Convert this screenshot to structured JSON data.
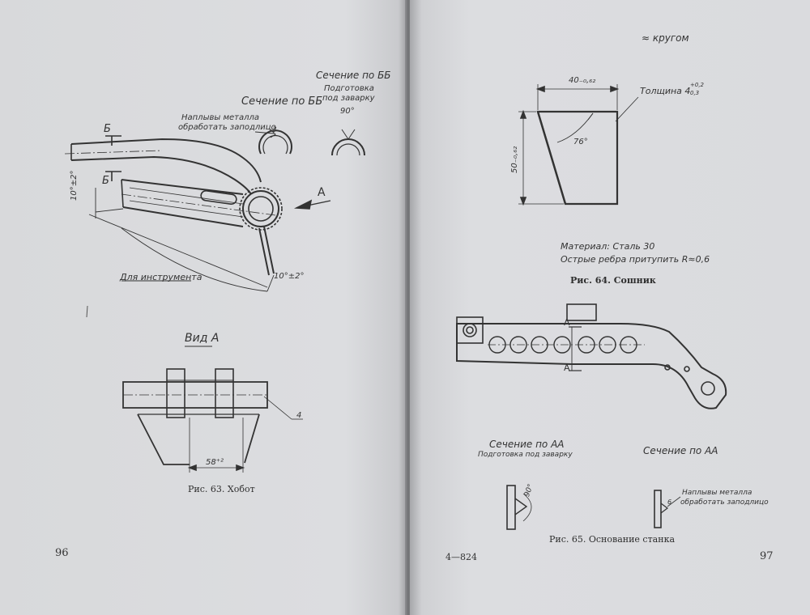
{
  "left_page": {
    "page_number": "96",
    "fig63": {
      "section_bb_1": "Сечение по ББ",
      "weld_note_line1": "Наплывы металла",
      "weld_note_line2": "обработать заподлицо",
      "weld_size": "3",
      "section_bb_2": "Сечение по ББ",
      "prep_line1": "Подготовка",
      "prep_line2": "под заварку",
      "angle_90": "90°",
      "section_mark_top": "Б",
      "section_mark_bottom": "Б",
      "view_arrow": "А",
      "angle_left": "10°±2°",
      "angle_bottom": "10°±2°",
      "tool_label": "Для инструмента",
      "view_a_title": "Вид А",
      "dim_58": "58⁺²",
      "weld_4": "4",
      "caption": "Рис. 63. Хобот"
    }
  },
  "right_page": {
    "page_number": "97",
    "signature": "4—824",
    "top_note": "≈ кругом",
    "fig64": {
      "dim_width": "40₋₀,₆₂",
      "dim_height": "50₋₀,₆₂",
      "thickness_label": "Толщина 4",
      "thickness_tol_upper": "+0,2",
      "thickness_tol_lower": "0,3",
      "angle": "76°",
      "material": "Материал: Сталь 30",
      "edges": "Острые ребра притупить R≈0,6",
      "caption": "Рис. 64. Сошник"
    },
    "fig65": {
      "section_a_top": "А",
      "section_a_bottom": "А",
      "section_aa_1": "Сечение по АА",
      "prep": "Подготовка под заварку",
      "angle_90": "90°",
      "section_aa_2": "Сечение по АА",
      "weld_note_line1": "Наплывы металла",
      "weld_note_line2": "обработать заподлицо",
      "weld_size": "6",
      "caption": "Рис. 65. Основание станка"
    }
  }
}
